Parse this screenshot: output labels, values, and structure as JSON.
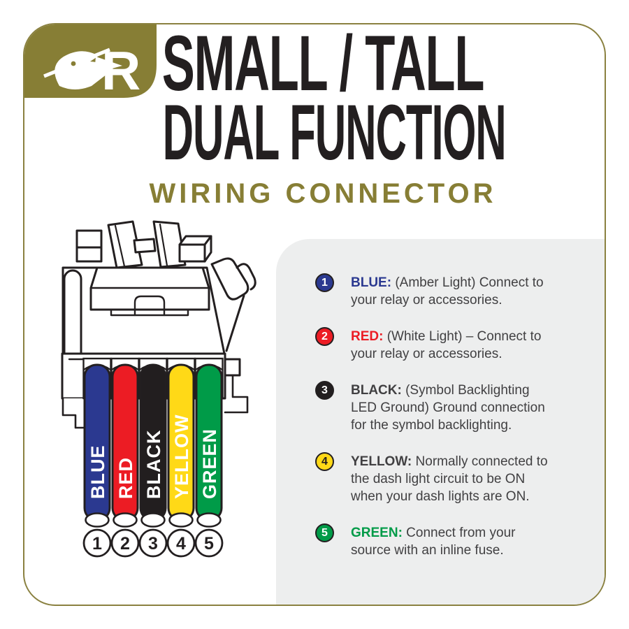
{
  "colors": {
    "olive": "#877E35",
    "border": "#8A8140",
    "ink": "#231F20",
    "body_text": "#414042",
    "panel_bg": "#EDEEEE",
    "blue": "#2B3990",
    "red": "#EC1C24",
    "black": "#221E1F",
    "yellow": "#FFD917",
    "green": "#009B48"
  },
  "brand": {
    "logo": "eagle-r-logo"
  },
  "title": {
    "line1": "SMALL / TALL",
    "line2": "DUAL FUNCTION",
    "subtitle": "WIRING CONNECTOR"
  },
  "connector": {
    "wires": [
      {
        "num": "1",
        "label": "BLUE",
        "color": "#2B3990",
        "label_color": "#FFFFFF"
      },
      {
        "num": "2",
        "label": "RED",
        "color": "#EC1C24",
        "label_color": "#FFFFFF"
      },
      {
        "num": "3",
        "label": "BLACK",
        "color": "#221E1F",
        "label_color": "#FFFFFF"
      },
      {
        "num": "4",
        "label": "YELLOW",
        "color": "#FFD917",
        "label_color": "#FFFFFF"
      },
      {
        "num": "5",
        "label": "GREEN",
        "color": "#009B48",
        "label_color": "#FFFFFF"
      }
    ]
  },
  "legend": {
    "items": [
      {
        "num": "1",
        "circle_color": "#2B3990",
        "num_color": "#FFFFFF",
        "label": "BLUE:",
        "label_color": "#2B3990",
        "desc": " (Amber Light) Connect to\nyour relay or accessories."
      },
      {
        "num": "2",
        "circle_color": "#EC1C24",
        "num_color": "#FFFFFF",
        "label": "RED:",
        "label_color": "#EC1C24",
        "desc": " (White Light) – Connect to\nyour relay or accessories."
      },
      {
        "num": "3",
        "circle_color": "#221E1F",
        "num_color": "#FFFFFF",
        "label": "BLACK:",
        "label_color": "#414042",
        "desc": " (Symbol Backlighting\nLED Ground) Ground connection\nfor the symbol backlighting."
      },
      {
        "num": "4",
        "circle_color": "#FFD917",
        "num_color": "#221E1F",
        "label": "YELLOW:",
        "label_color": "#414042",
        "desc": " Normally connected to\nthe dash light circuit to be ON\nwhen your dash lights are ON."
      },
      {
        "num": "5",
        "circle_color": "#009B48",
        "num_color": "#FFFFFF",
        "label": "GREEN:",
        "label_color": "#009B48",
        "desc": " Connect from your\nsource with an inline fuse."
      }
    ]
  }
}
